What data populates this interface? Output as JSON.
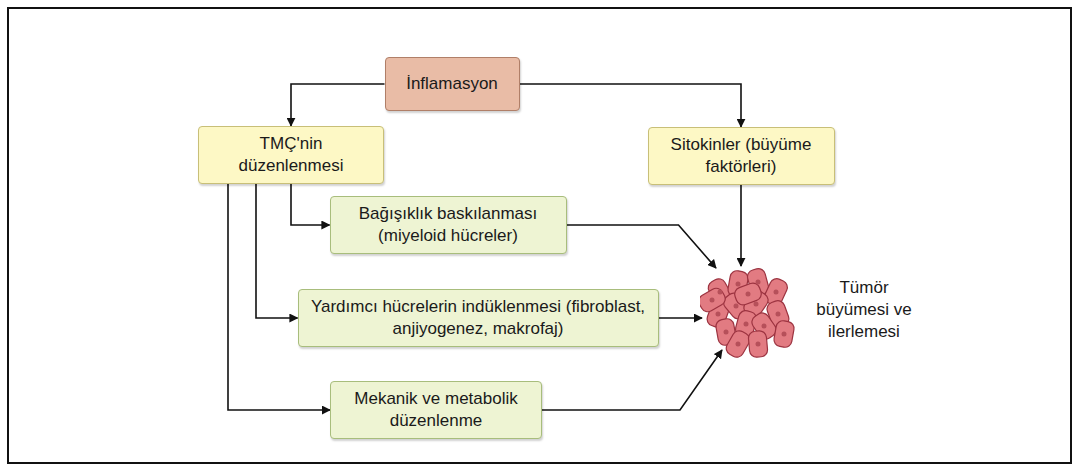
{
  "diagram": {
    "nodes": [
      {
        "text": [
          "İnflamasyon"
        ]
      },
      {
        "text": [
          "TMÇ'nin düzenlenmesi"
        ]
      },
      {
        "text": [
          "Sitokinler (büyüme faktörleri)"
        ]
      },
      {
        "text": [
          "Bağışıklık baskılanması (miyeloid hücreler)"
        ]
      },
      {
        "text": [
          "Yardımcı hücrelerin indüklenmesi (fibroblast, anjiyogenez, makrofaj)"
        ]
      },
      {
        "text": [
          "Mekanik ve metabolik düzenlenme"
        ]
      },
      {
        "text": [
          "Tümör büyümesi ve ilerlemesi"
        ]
      }
    ],
    "edges": [
      {
        "from": 0,
        "to": 1,
        "arrow": "to"
      },
      {
        "from": 0,
        "to": 2,
        "arrow": "to"
      },
      {
        "from": 1,
        "to": 3,
        "arrow": "to"
      },
      {
        "from": 1,
        "to": 4,
        "arrow": "to"
      },
      {
        "from": 1,
        "to": 5,
        "arrow": "to"
      },
      {
        "from": 3,
        "to": 6,
        "arrow": "to"
      },
      {
        "from": 2,
        "to": 6,
        "arrow": "to"
      },
      {
        "from": 4,
        "to": 6,
        "arrow": "to"
      },
      {
        "from": 5,
        "to": 6,
        "arrow": "to"
      }
    ]
  }
}
